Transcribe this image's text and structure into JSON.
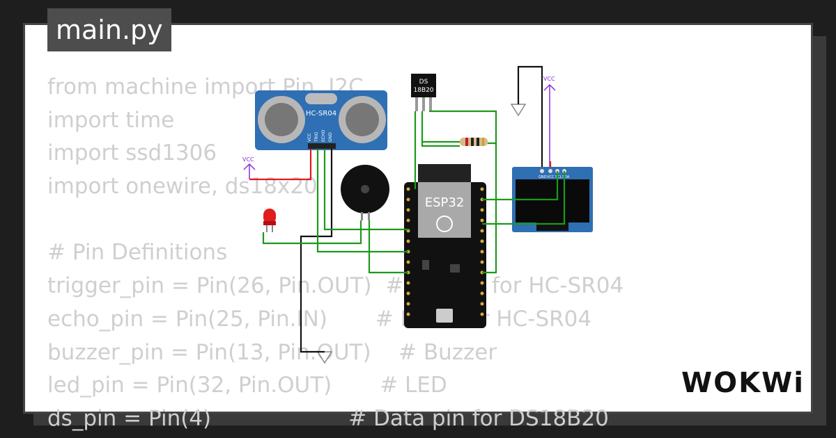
{
  "tab": {
    "title": "main.py"
  },
  "code_lines": [
    "from machine import Pin, I2C",
    "import time",
    "import ssd1306",
    "import onewire, ds18x20",
    "",
    "# Pin Definitions",
    "trigger_pin = Pin(26, Pin.OUT)  # Trigger for HC-SR04",
    "echo_pin = Pin(25, Pin.IN)       # Echo for HC-SR04",
    "buzzer_pin = Pin(13, Pin.OUT)    # Buzzer",
    "led_pin = Pin(32, Pin.OUT)       # LED",
    "ds_pin = Pin(4)                    # Data pin for DS18B20"
  ],
  "components": {
    "hcsr04": {
      "label": "HC-SR04",
      "pins": [
        "VCC",
        "TRIG",
        "ECHO",
        "GND"
      ]
    },
    "ds18b20": {
      "label_line1": "DS",
      "label_line2": "18B20"
    },
    "esp32": {
      "label": "ESP32"
    },
    "oled": {
      "pins": [
        "GND",
        "VCC",
        "SCL",
        "SDA"
      ]
    },
    "vcc_label_1": "VCC",
    "vcc_label_2": "VCC"
  },
  "brand": {
    "logo": "WOKWi"
  },
  "colors": {
    "wire_green": "#1a9a1a",
    "wire_red": "#e21b1b",
    "wire_black": "#111111",
    "board_blue": "#2f6fb3"
  }
}
